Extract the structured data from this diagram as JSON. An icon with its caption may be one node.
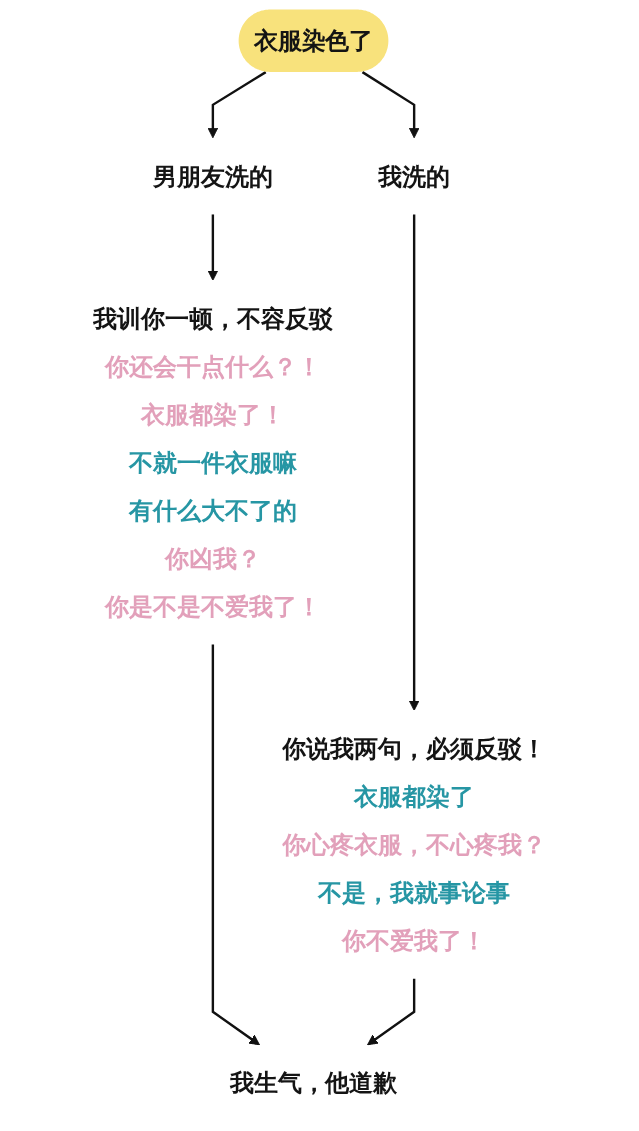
{
  "diagram": {
    "nodes": [
      {
        "text": [
          "衣服染色了"
        ]
      },
      {
        "text": [
          "男朋友洗的"
        ]
      },
      {
        "text": [
          "我洗的"
        ]
      },
      {
        "text": [
          "我训你一顿，不容反驳",
          "你还会干点什么？！",
          "衣服都染了！",
          "不就一件衣服嘛",
          "有什么大不了的",
          "你凶我？",
          "你是不是不爱我了！"
        ]
      },
      {
        "text": [
          "你说我两句，必须反驳！",
          "衣服都染了",
          "你心疼衣服，不心疼我？",
          "不是，我就事论事",
          "你不爱我了！"
        ]
      },
      {
        "text": [
          "我生气，他道歉"
        ]
      }
    ],
    "edges": [
      {
        "from": 0,
        "to": 1,
        "arrow": "to"
      },
      {
        "from": 0,
        "to": 2,
        "arrow": "to"
      },
      {
        "from": 1,
        "to": 3,
        "arrow": "to"
      },
      {
        "from": 2,
        "to": 4,
        "arrow": "to"
      },
      {
        "from": 3,
        "to": 5,
        "arrow": "to"
      },
      {
        "from": 4,
        "to": 5,
        "arrow": "to"
      }
    ]
  }
}
